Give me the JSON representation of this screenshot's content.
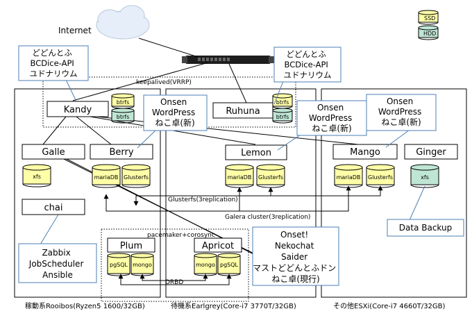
{
  "internet": "Internet",
  "legend": {
    "ssd": "SSD",
    "hdd": "HDD"
  },
  "colors": {
    "ssd": "#ffffa8",
    "hdd": "#bfe6d5",
    "callout": "#4a7fb5"
  },
  "hosts": {
    "rooibos": "稼動系Rooibos(Ryzen5 1600/32GB)",
    "earlgrey": "待機系Earlgrey(Core-i7 3770T/32GB)",
    "esxi": "その他ESXi(Core-i7 4660T/32GB)"
  },
  "groups": {
    "keepalived": "keepalived(VRRP)",
    "pacemaker": "pacemaker+corosync"
  },
  "links": {
    "glusterfs": "Glusterfs(3replication)",
    "galera": "Galera cluster(3replication)",
    "drbd": "DRBD"
  },
  "nodes": {
    "kandy": "Kandy",
    "ruhuna": "Ruhuna",
    "galle": "Galle",
    "berry": "Berry",
    "lemon": "Lemon",
    "mango": "Mango",
    "ginger": "Ginger",
    "chai": "chai",
    "plum": "Plum",
    "apricot": "Apricot"
  },
  "storage": {
    "btrfs": "btrfs",
    "xfs": "xfs",
    "mariadb": "mariaDB",
    "glusterfs": "Glusterfs",
    "pgsql": "pgSQL",
    "mongo": "mongo"
  },
  "callouts": {
    "web1": [
      "どどんとふ",
      "BCDice-API",
      "ユドナリウム"
    ],
    "web2": [
      "どどんとふ",
      "BCDice-API",
      "ユドナリウム"
    ],
    "onsen1": [
      "Onsen",
      "WordPress",
      "ねこ卓(新)"
    ],
    "onsen2": [
      "Onsen",
      "WordPress",
      "ねこ卓(新)"
    ],
    "onsen3": [
      "Onsen",
      "WordPress",
      "ねこ卓(新)"
    ],
    "ops": [
      "Zabbix",
      "JobScheduler",
      "Ansible"
    ],
    "backup": [
      "Data Backup"
    ],
    "onset": [
      "Onset!",
      "Nekochat",
      "Saider",
      "マストどどんとふドン",
      "ねこ卓(現行)"
    ]
  }
}
